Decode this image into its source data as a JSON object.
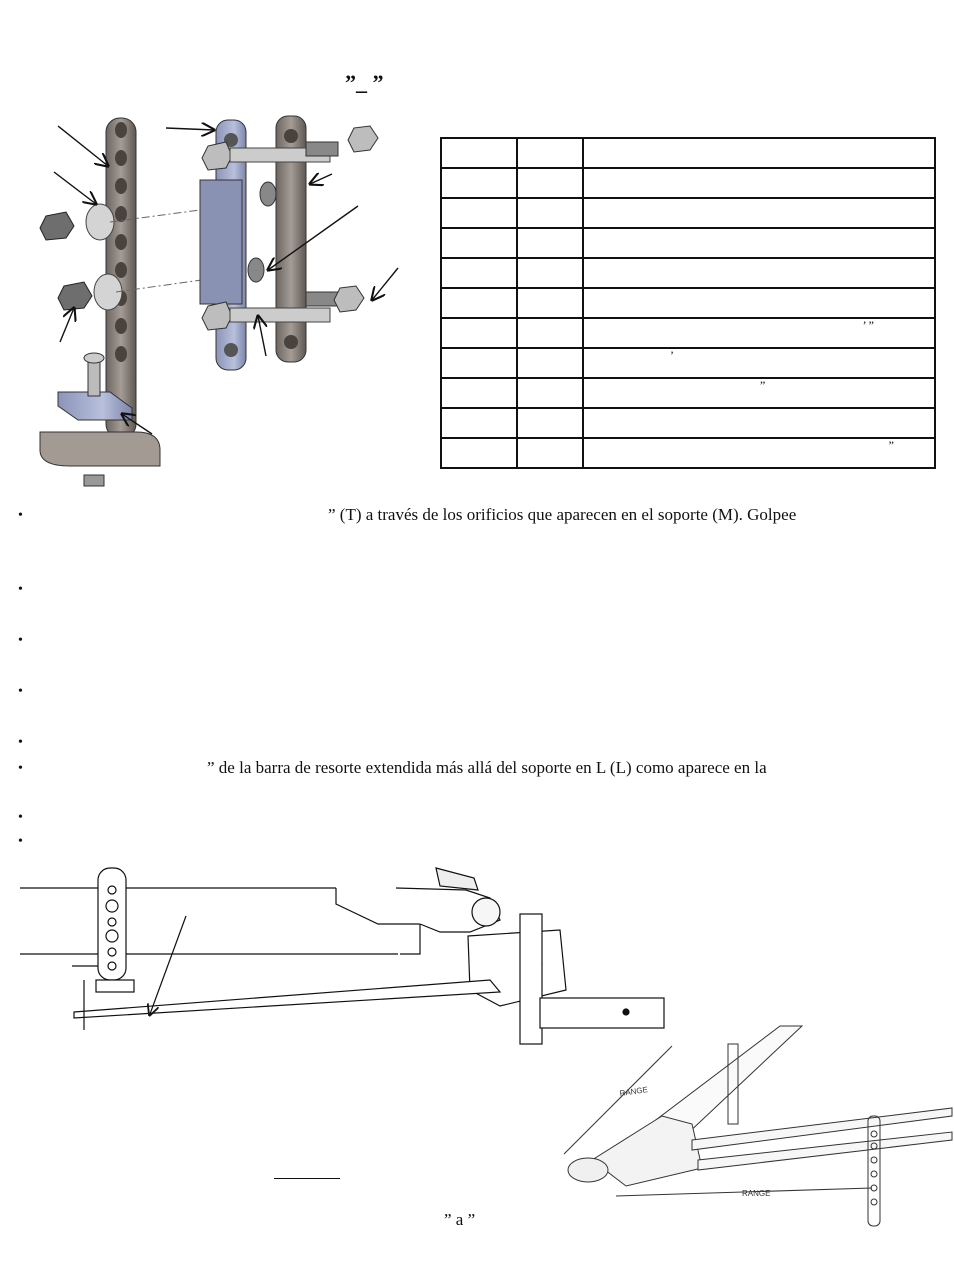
{
  "header": {
    "title_fragment": "”_ ”"
  },
  "parts_table": {
    "rows": [
      [
        "",
        "",
        ""
      ],
      [
        "",
        "",
        ""
      ],
      [
        "",
        "",
        ""
      ],
      [
        "",
        "",
        ""
      ],
      [
        "",
        "",
        ""
      ],
      [
        "",
        "",
        ""
      ],
      [
        "",
        "",
        "’ ”"
      ],
      [
        "",
        "",
        "’"
      ],
      [
        "",
        "",
        "”"
      ],
      [
        "",
        "",
        ""
      ],
      [
        "",
        "",
        "”"
      ]
    ]
  },
  "bullets": [
    {
      "symbol": "•",
      "text": "” (T) a través de los orificios que aparecen en el soporte (M). Golpee"
    },
    {
      "symbol": "•",
      "text": ""
    },
    {
      "symbol": "•",
      "text": ""
    },
    {
      "symbol": "•",
      "text": ""
    },
    {
      "symbol": "•",
      "text": ""
    },
    {
      "symbol": "•",
      "text": "” de la barra de resorte extendida más allá del soporte en L (L) como aparece en la"
    },
    {
      "symbol": "•",
      "text": ""
    },
    {
      "symbol": "•",
      "text": ""
    }
  ],
  "figure": {
    "range_label_1": "RANGE",
    "range_label_2": "RANGE",
    "bottom_caption": "” a ”"
  }
}
